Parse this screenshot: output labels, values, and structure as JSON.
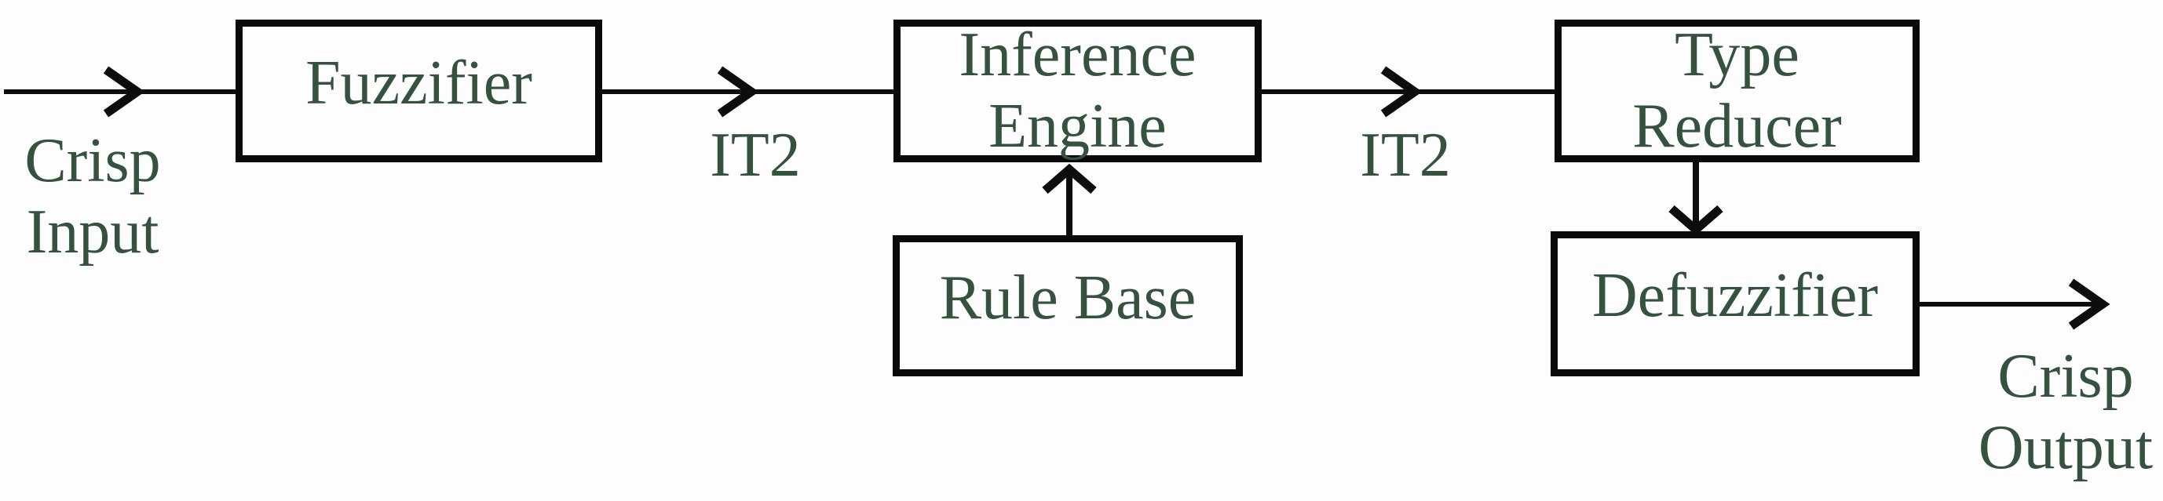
{
  "diagram": {
    "boxes": {
      "fuzzifier": {
        "label": "Fuzzifier"
      },
      "inference_engine": {
        "line1": "Inference",
        "line2": "Engine"
      },
      "type_reducer": {
        "line1": "Type",
        "line2": "Reducer"
      },
      "rule_base": {
        "label": "Rule Base"
      },
      "defuzzifier": {
        "label": "Defuzzifier"
      }
    },
    "labels": {
      "crisp_input": {
        "line1": "Crisp",
        "line2": "Input"
      },
      "it2_after_fuzzifier": "IT2",
      "it2_after_inference": "IT2",
      "crisp_output": {
        "line1": "Crisp",
        "line2": "Output"
      }
    },
    "colors": {
      "text": "#35523f",
      "line": "#0d0d0d",
      "box_border": "#0a0a0a",
      "background": "#fdfdfd"
    }
  }
}
